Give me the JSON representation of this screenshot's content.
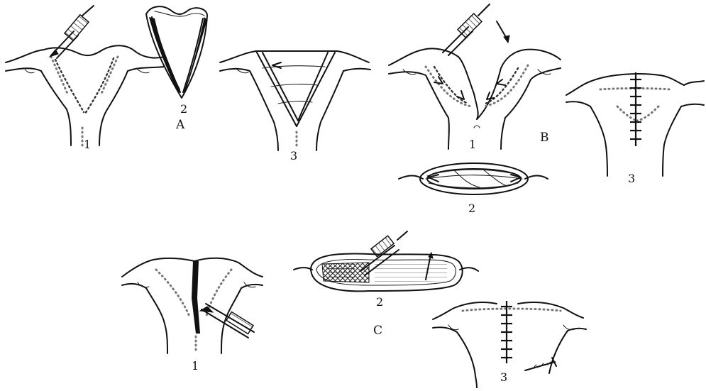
{
  "figure": {
    "panels": [
      {
        "id": "A",
        "label": "A",
        "steps": [
          "1",
          "2",
          "3"
        ]
      },
      {
        "id": "B",
        "label": "B",
        "steps": [
          "1",
          "2",
          "3"
        ]
      },
      {
        "id": "C",
        "label": "C",
        "steps": [
          "1",
          "2",
          "3"
        ]
      }
    ]
  }
}
